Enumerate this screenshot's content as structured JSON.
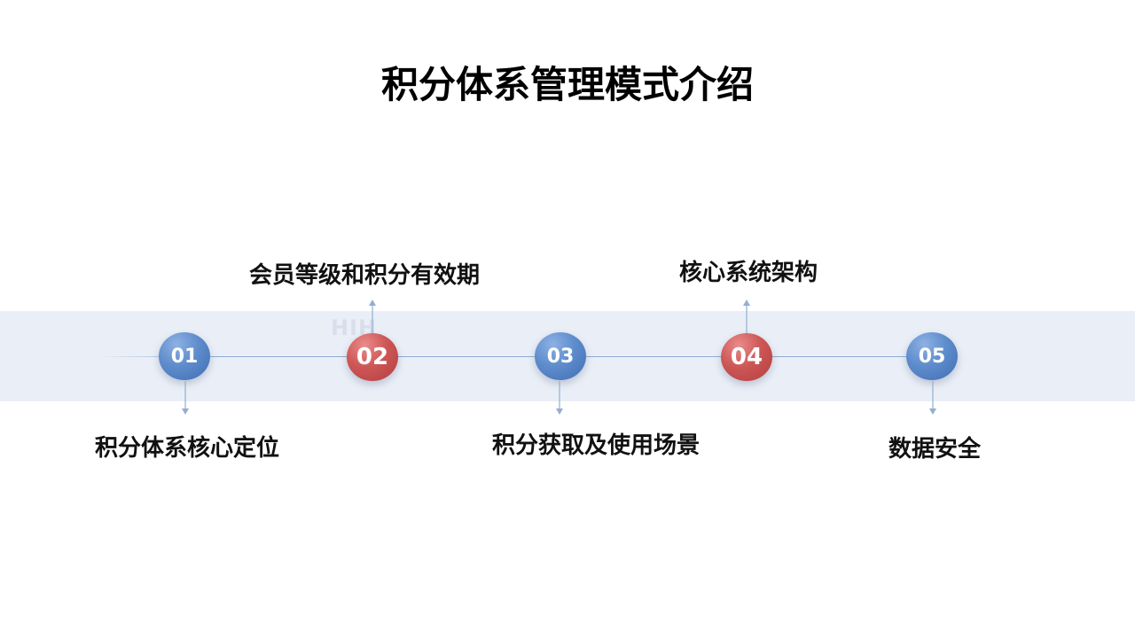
{
  "title": "积分体系管理模式介绍",
  "watermark": "HIH",
  "colors": {
    "band": "#eaeff7",
    "line": "#8fadd3",
    "node_blue": "#4f7ec2",
    "node_red": "#c24b4a",
    "arrow": "#94aed0"
  },
  "steps": [
    {
      "num": "01",
      "label": "积分体系核心定位",
      "color": "blue",
      "label_side": "below"
    },
    {
      "num": "02",
      "label": "会员等级和积分有效期",
      "color": "red",
      "label_side": "above"
    },
    {
      "num": "03",
      "label": "积分获取及使用场景",
      "color": "blue",
      "label_side": "below"
    },
    {
      "num": "04",
      "label": "核心系统架构",
      "color": "red",
      "label_side": "above"
    },
    {
      "num": "05",
      "label": "数据安全",
      "color": "blue",
      "label_side": "below"
    }
  ]
}
